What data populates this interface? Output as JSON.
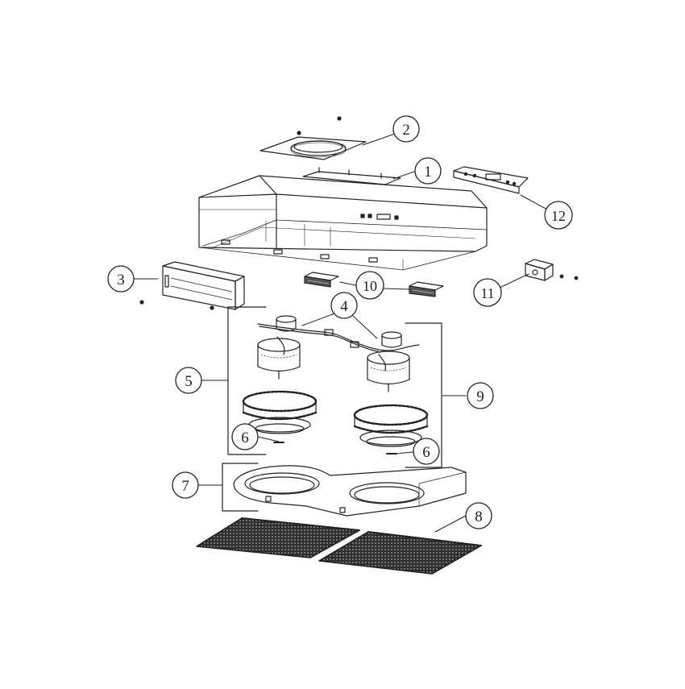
{
  "callouts": [
    {
      "id": "c1",
      "label": "1"
    },
    {
      "id": "c2",
      "label": "2"
    },
    {
      "id": "c3",
      "label": "3"
    },
    {
      "id": "c4",
      "label": "4"
    },
    {
      "id": "c5",
      "label": "5"
    },
    {
      "id": "c6a",
      "label": "6"
    },
    {
      "id": "c6b",
      "label": "6"
    },
    {
      "id": "c7",
      "label": "7"
    },
    {
      "id": "c8",
      "label": "8"
    },
    {
      "id": "c9",
      "label": "9"
    },
    {
      "id": "c10",
      "label": "10"
    },
    {
      "id": "c11",
      "label": "11"
    },
    {
      "id": "c12",
      "label": "12"
    }
  ],
  "colors": {
    "line": "#222222",
    "background": "#ffffff",
    "filter_mesh": "#3a3a3a"
  }
}
